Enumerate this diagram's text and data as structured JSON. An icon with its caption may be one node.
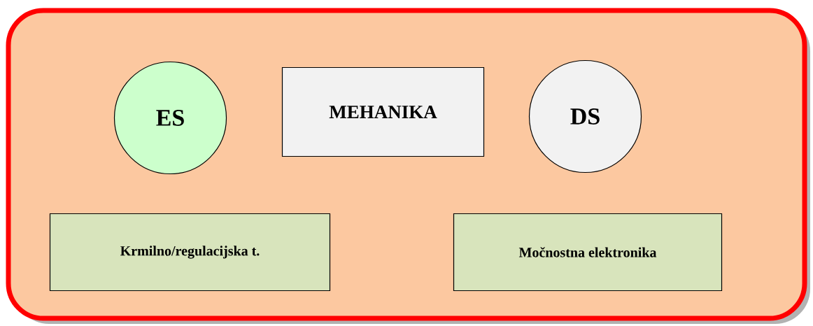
{
  "diagram": {
    "nodes": [
      {
        "text": [],
        "shape": "box"
      },
      {
        "text": [
          "ES"
        ],
        "in": 0
      },
      {
        "text": [
          "MEHANIKA"
        ],
        "in": 0
      },
      {
        "text": [
          "DS"
        ],
        "in": 0
      },
      {
        "text": [
          "Krmilno/regulacijska t."
        ],
        "in": 0
      },
      {
        "text": [
          "Močnostna elektronika"
        ],
        "in": 0
      }
    ]
  }
}
